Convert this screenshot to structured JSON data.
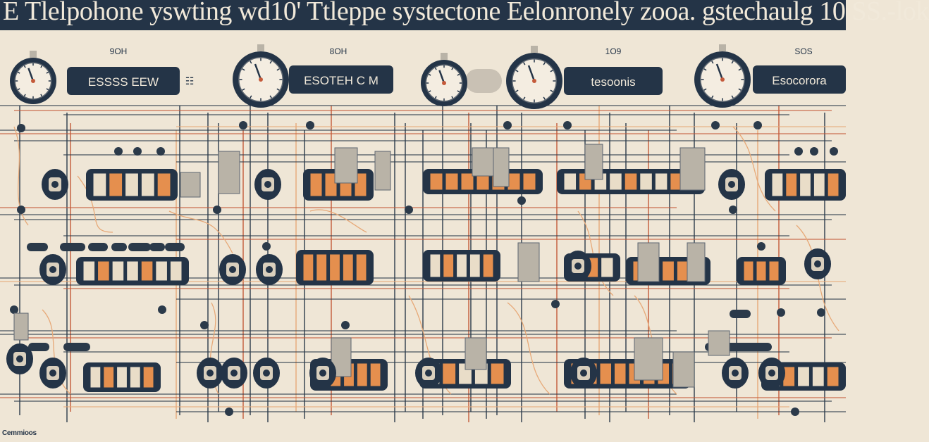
{
  "title": "E Tlelpohone yswting wd10' Ttleppe systectone Eelonronely zooa. gstechaulg 10 SS.-lok",
  "gauges": [
    {
      "top_label": "9OH",
      "panel_label": "ESSSS    EEW",
      "marker": "☷"
    },
    {
      "top_label": "8OH",
      "panel_label": "ESOTEH C M",
      "marker": ""
    },
    {
      "top_label": "",
      "panel_label": "",
      "marker": ""
    },
    {
      "top_label": "1O9",
      "panel_label": "tesoonis",
      "marker": ""
    },
    {
      "top_label": "SOS",
      "panel_label": "Esocorora",
      "marker": ""
    }
  ],
  "footer_label": "Cemmioos",
  "colors": {
    "navy": "#243447",
    "cream": "#efe6d6",
    "orange": "#e58f4e",
    "grey": "#b9b3a7",
    "wire_dark": "#2b3a4a",
    "wire_red": "#c45a3a",
    "wire_orange": "#e7a978"
  }
}
